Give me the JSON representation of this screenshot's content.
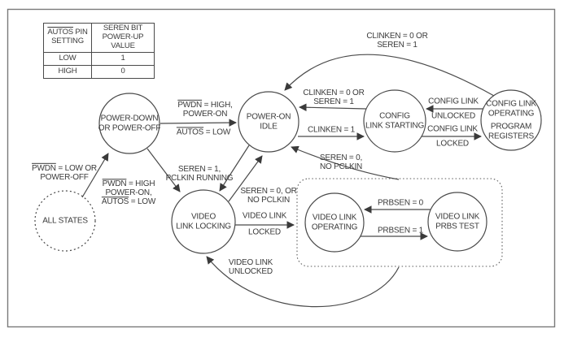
{
  "table": {
    "col1": {
      "h1_ov": "AUTOS",
      "h1": " PIN",
      "h2": "SETTING"
    },
    "col2": {
      "h1": "SEREN BIT",
      "h2": "POWER-UP VALUE"
    },
    "rows": [
      [
        "LOW",
        "1"
      ],
      [
        "HIGH",
        "0"
      ]
    ]
  },
  "states": {
    "all_states": {
      "l1": "ALL STATES"
    },
    "power_down": {
      "l1": "POWER-DOWN",
      "l2": "OR POWER-OFF"
    },
    "power_on_idle": {
      "l1": "POWER-ON",
      "l2": "IDLE"
    },
    "config_link_starting": {
      "l1": "CONFIG",
      "l2": "LINK STARTING"
    },
    "config_link_operating": {
      "l1": "CONFIG LINK",
      "l2": "OPERATING",
      "l3": "PROGRAM",
      "l4": "REGISTERS"
    },
    "video_link_locking": {
      "l1": "VIDEO",
      "l2": "LINK LOCKING"
    },
    "video_link_operating": {
      "l1": "VIDEO LINK",
      "l2": "OPERATING"
    },
    "video_link_prbs": {
      "l1": "VIDEO LINK",
      "l2": "PRBS TEST"
    }
  },
  "edges": {
    "pwdn_low": {
      "l1_ov": "PWDN",
      "l1": " = LOW OR",
      "l2": "POWER-OFF"
    },
    "pwdn_high_on": {
      "l1_ov": "PWDN",
      "l1": " = HIGH,",
      "l2": "POWER-ON",
      "l3_ov": "AUTOS",
      "l3": " = LOW"
    },
    "pwdn_high_on_autos": {
      "l1_ov": "PWDN",
      "l1": " = HIGH",
      "l2": "POWER-ON,",
      "l3_ov": "AUTOS",
      "l3": " = LOW"
    },
    "seren1_pclkin": {
      "l1": "SEREN = 1,",
      "l2": "PCLKIN RUNNING"
    },
    "seren0_or_no_pclkin": {
      "l1": "SEREN = 0, OR",
      "l2": "NO PCLKIN"
    },
    "clinken0_mid": {
      "l1": "CLINKEN = 0 OR",
      "l2": "SEREN = 1"
    },
    "clinken1": {
      "l1": "CLINKEN = 1"
    },
    "clinken0_top": {
      "l1": "CLINKEN = 0 OR",
      "l2": "SEREN = 1"
    },
    "config_unlocked": {
      "l1": "CONFIG LINK",
      "l2": "UNLOCKED"
    },
    "config_locked": {
      "l1": "CONFIG LINK",
      "l2": "LOCKED"
    },
    "seren0_no_pclkin": {
      "l1": "SEREN = 0,",
      "l2": "NO PCLKIN"
    },
    "video_locked": {
      "l1": "VIDEO LINK",
      "l2": "LOCKED"
    },
    "video_unlocked": {
      "l1": "VIDEO LINK",
      "l2": "UNLOCKED"
    },
    "prbsen0": {
      "l1": "PRBSEN = 0"
    },
    "prbsen1": {
      "l1": "PRBSEN = 1"
    }
  },
  "colors": {
    "stroke": "#4a4a4a",
    "text": "#3a3a3a",
    "background": "#ffffff"
  }
}
